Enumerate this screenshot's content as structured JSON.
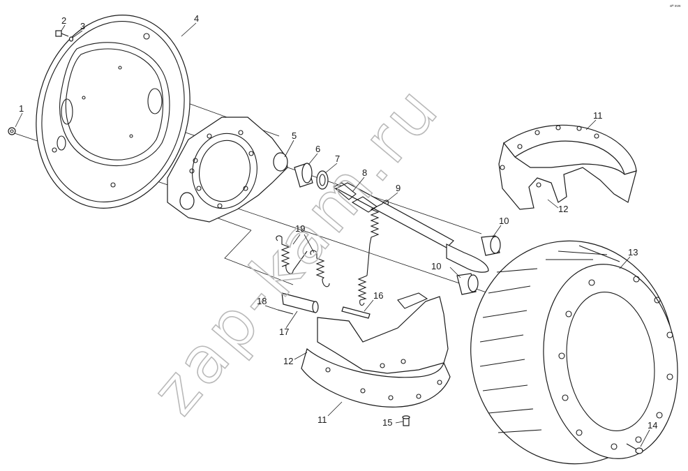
{
  "diagram": {
    "watermark": "zap-kam.ru",
    "corner_mark": "aᴹ svw",
    "callouts": [
      {
        "id": "c1",
        "label": "1"
      },
      {
        "id": "c2",
        "label": "2"
      },
      {
        "id": "c3",
        "label": "3"
      },
      {
        "id": "c4",
        "label": "4"
      },
      {
        "id": "c5",
        "label": "5"
      },
      {
        "id": "c6",
        "label": "6"
      },
      {
        "id": "c7",
        "label": "7"
      },
      {
        "id": "c8",
        "label": "8"
      },
      {
        "id": "c9",
        "label": "9"
      },
      {
        "id": "c10a",
        "label": "10"
      },
      {
        "id": "c10b",
        "label": "10"
      },
      {
        "id": "c11a",
        "label": "11"
      },
      {
        "id": "c11b",
        "label": "11"
      },
      {
        "id": "c12a",
        "label": "12"
      },
      {
        "id": "c12b",
        "label": "12"
      },
      {
        "id": "c13",
        "label": "13"
      },
      {
        "id": "c14",
        "label": "14"
      },
      {
        "id": "c15",
        "label": "15"
      },
      {
        "id": "c16",
        "label": "16"
      },
      {
        "id": "c17",
        "label": "17"
      },
      {
        "id": "c18",
        "label": "18"
      },
      {
        "id": "c19",
        "label": "19"
      }
    ]
  }
}
